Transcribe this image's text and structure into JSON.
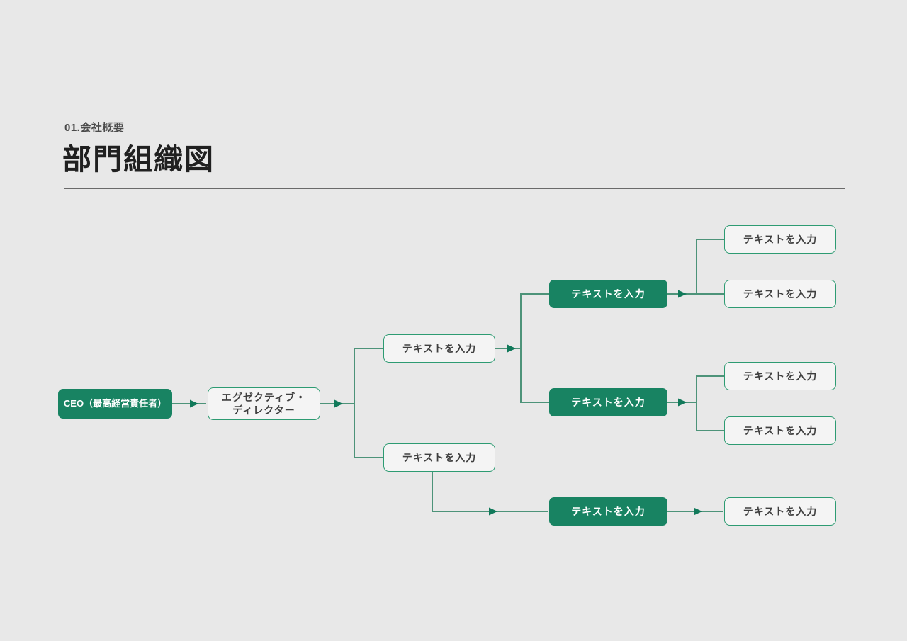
{
  "header": {
    "eyebrow": "01.会社概要",
    "title": "部門組織図"
  },
  "colors": {
    "background": "#e8e8e8",
    "accent_green": "#188362",
    "outline_border": "#2d9b72",
    "outline_fill": "#f4f4f4",
    "line_green": "#4d9379",
    "arrow_green": "#11795a",
    "text_dark": "#3f3f3f",
    "text_on_green": "#ffffff",
    "title_color": "#202020",
    "eyebrow_color": "#4b4b4b",
    "divider_color": "#6a6a6a"
  },
  "org_chart": {
    "placeholder_label": "テキストを入力",
    "nodes": [
      {
        "id": "ceo",
        "label": "CEO（最高経営責任者）",
        "style": "filled",
        "level": 1
      },
      {
        "id": "executive-director",
        "label": "エグゼクティブ・ディレクター",
        "lines": [
          "エグゼクティブ・",
          "ディレクター"
        ],
        "style": "outline",
        "level": 2
      },
      {
        "id": "dept-top",
        "label": "テキストを入力",
        "style": "outline",
        "level": 3
      },
      {
        "id": "dept-bottom",
        "label": "テキストを入力",
        "style": "outline",
        "level": 3
      },
      {
        "id": "team-1",
        "label": "テキストを入力",
        "style": "filled",
        "level": 4
      },
      {
        "id": "team-2",
        "label": "テキストを入力",
        "style": "filled",
        "level": 4
      },
      {
        "id": "team-3",
        "label": "テキストを入力",
        "style": "filled",
        "level": 4
      },
      {
        "id": "leaf-1",
        "label": "テキストを入力",
        "style": "outline",
        "level": 5
      },
      {
        "id": "leaf-2",
        "label": "テキストを入力",
        "style": "outline",
        "level": 5
      },
      {
        "id": "leaf-3",
        "label": "テキストを入力",
        "style": "outline",
        "level": 5
      },
      {
        "id": "leaf-4",
        "label": "テキストを入力",
        "style": "outline",
        "level": 5
      },
      {
        "id": "leaf-5",
        "label": "テキストを入力",
        "style": "outline",
        "level": 5
      }
    ]
  }
}
